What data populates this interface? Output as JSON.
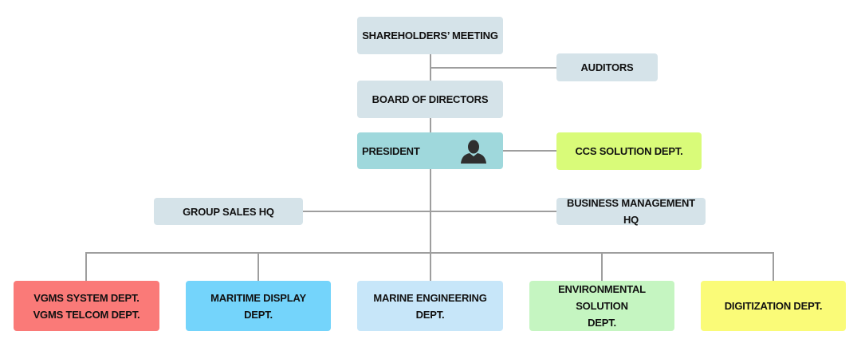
{
  "nodes": {
    "shareholders": {
      "label": "SHAREHOLDERS’ MEETING"
    },
    "auditors": {
      "label": "AUDITORS"
    },
    "board": {
      "label": "BOARD OF DIRECTORS"
    },
    "president": {
      "label": "PRESIDENT",
      "icon": "person-icon"
    },
    "ccs": {
      "label": "CCS SOLUTION DEPT.",
      "color": "#d9fb79"
    },
    "group_sales": {
      "label": "GROUP SALES HQ"
    },
    "business_mgmt": {
      "label": "BUSINESS MANAGEMENT HQ"
    },
    "vgms": {
      "lines": [
        "VGMS SYSTEM DEPT.",
        "VGMS TELCOM DEPT."
      ],
      "color": "#fa7a78"
    },
    "maritime": {
      "lines": [
        "MARITIME DISPLAY",
        "DEPT."
      ],
      "color": "#74d4fb"
    },
    "marine": {
      "lines": [
        "MARINE ENGINEERING",
        "DEPT."
      ],
      "color": "#c7e6f9"
    },
    "environmental": {
      "lines": [
        "ENVIRONMENTAL SOLUTION",
        "DEPT."
      ],
      "color": "#c5f5c1"
    },
    "digitization": {
      "label": "DIGITIZATION DEPT.",
      "color": "#fafb78"
    }
  },
  "colors": {
    "node_gray": "#d5e3e9",
    "president": "#9fd8dc",
    "connector": "#9e9e9e"
  }
}
